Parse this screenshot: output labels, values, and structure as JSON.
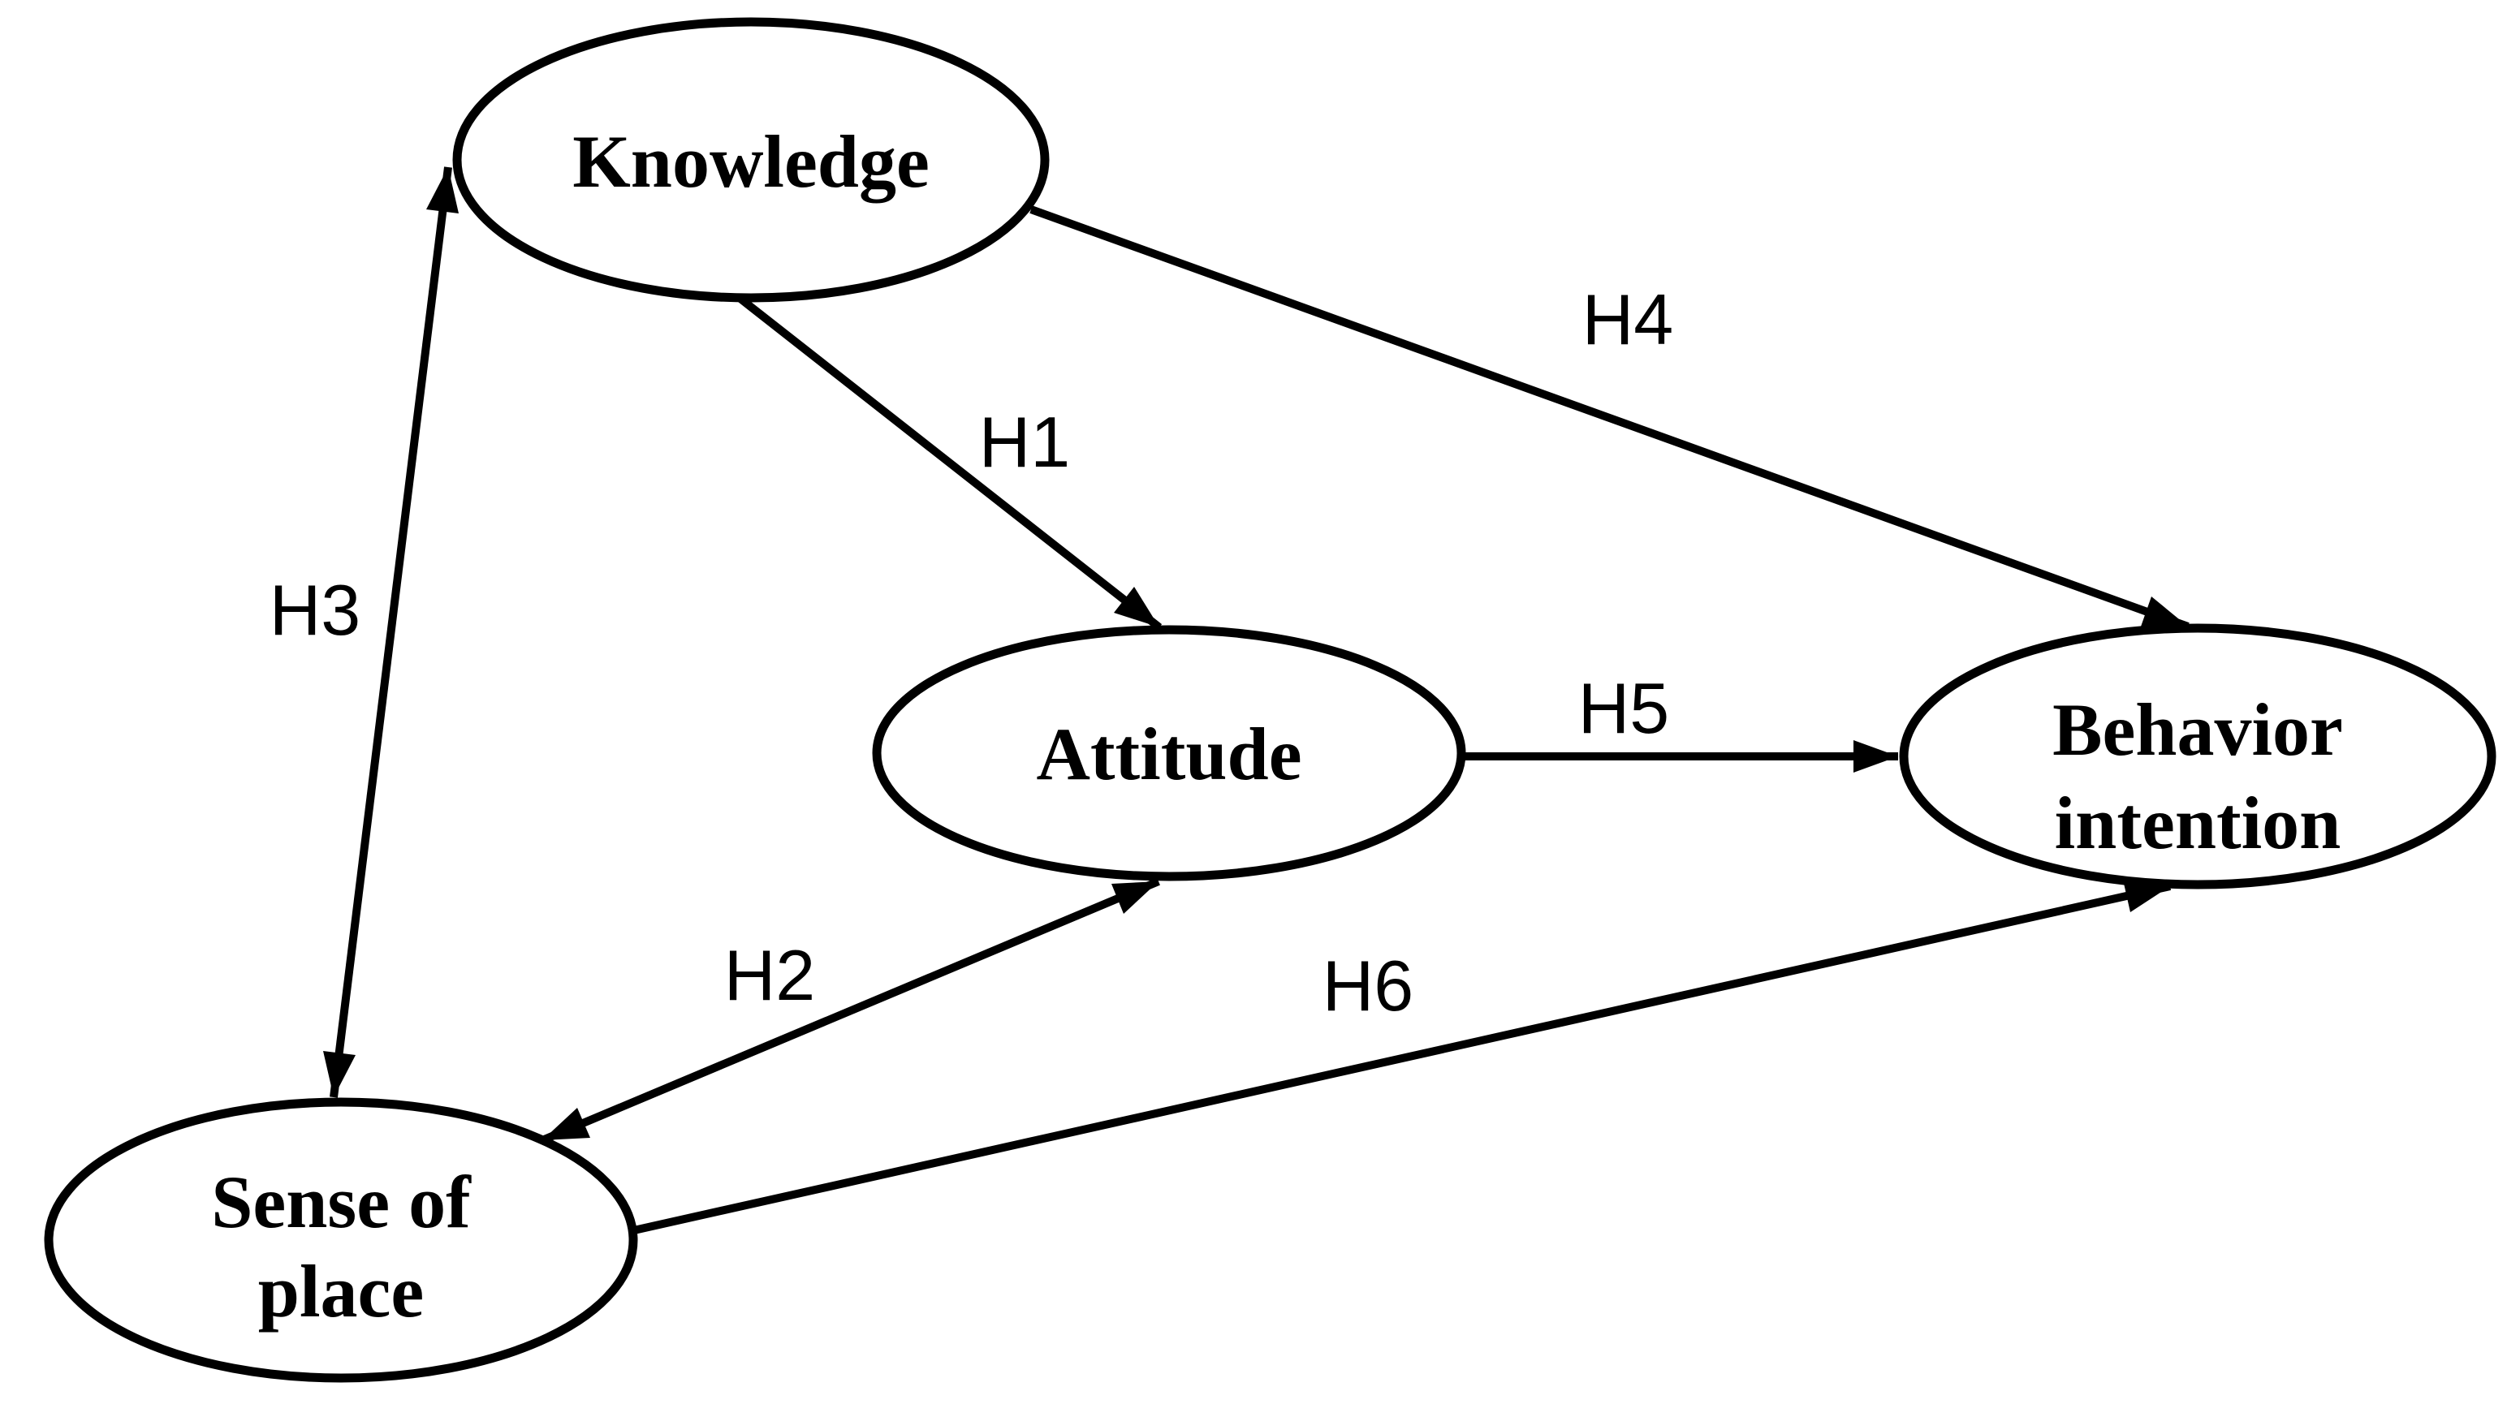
{
  "diagram": {
    "background_color": "#ffffff",
    "line_color": "#000000",
    "text_color": "#000000",
    "nodes": [
      {
        "id": "knowledge",
        "label": "Knowledge"
      },
      {
        "id": "attitude",
        "label": "Attitude"
      },
      {
        "id": "behavior-intention",
        "label_line1": "Behavior",
        "label_line2": "intention"
      },
      {
        "id": "sense-of-place",
        "label_line1": "Sense of",
        "label_line2": "place"
      }
    ],
    "edges": [
      {
        "id": "h1",
        "label": "H1",
        "from": "knowledge",
        "to": "attitude",
        "arrow": "single"
      },
      {
        "id": "h2",
        "label": "H2",
        "from": "attitude",
        "to": "sense-of-place",
        "arrow": "double"
      },
      {
        "id": "h3",
        "label": "H3",
        "from": "sense-of-place",
        "to": "knowledge",
        "arrow": "double"
      },
      {
        "id": "h4",
        "label": "H4",
        "from": "knowledge",
        "to": "behavior-intention",
        "arrow": "single"
      },
      {
        "id": "h5",
        "label": "H5",
        "from": "attitude",
        "to": "behavior-intention",
        "arrow": "single"
      },
      {
        "id": "h6",
        "label": "H6",
        "from": "sense-of-place",
        "to": "behavior-intention",
        "arrow": "single"
      }
    ]
  }
}
